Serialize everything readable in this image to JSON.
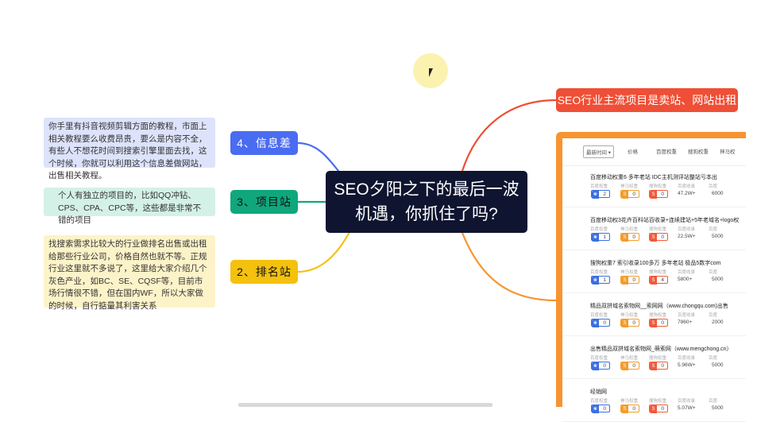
{
  "central_topic": "SEO夕阳之下的最后一波机遇，你抓住了吗?",
  "branches": {
    "info_gap": {
      "label": "4、信息差",
      "note": "你手里有抖音视频剪辑方面的教程，市面上相关教程要么收费昂贵，要么是内容不全，有些人不想花时间到搜索引擎里面去找，这个时候，你就可以利用这个信息差做网站，出售相关教程。",
      "color": "#4a6cf1"
    },
    "project_site": {
      "label": "3、项目站",
      "note": "个人有独立的项目的，比如QQ冲钻、CPS、CPA、CPC等，这些都是非常不错的项目",
      "color": "#10a77d"
    },
    "ranking_site": {
      "label": "2、排名站",
      "note": "找搜索需求比较大的行业做排名出售或出租给那些行业公司，价格自然也就不等。正规行业这里就不多说了，这里给大家介绍几个灰色产业，如BC、SE、CQSF等，目前市场行情很不错，但在国内WF，所以大家做的时候，自行掂量其利害关系",
      "color": "#f4c10e"
    },
    "seo_industry": {
      "label": "SEO行业主流项目是卖站、网站出租",
      "color": "#ef4f36"
    }
  },
  "screenshot": {
    "tabs": [
      "最新时间",
      "价格",
      "百度权重",
      "搜狗权重",
      "神马权"
    ],
    "col_labels": [
      "百度权重",
      "神马权重",
      "搜狗权重",
      "百度收录",
      "百度"
    ],
    "items": [
      {
        "title": "百度移动权重6 多年老站 IDC主机测评站整站亏本出",
        "baidu": "2",
        "shenma": "0",
        "sogou": "0",
        "indexed": "47.2W+",
        "price": "6000"
      },
      {
        "title": "百度移动权3花卉百科站百收录+连续建站+5年老域名+logo权",
        "baidu": "1",
        "shenma": "0",
        "sogou": "0",
        "indexed": "22.5W+",
        "price": "5000"
      },
      {
        "title": "搜狗权重7 索引收录100多万 多年老站 极品5数字com",
        "baidu": "1",
        "shenma": "0",
        "sogou": "4",
        "indexed": "5800+",
        "price": "5000"
      },
      {
        "title": "精品双拼域名索物网__索网网（www.chongqu.com)出售",
        "baidu": "0",
        "shenma": "0",
        "sogou": "0",
        "indexed": "7860+",
        "price": "2000"
      },
      {
        "title": "出售精品双拼域名索物网_萌索网（www.mengchong.cn）",
        "baidu": "0",
        "shenma": "0",
        "sogou": "0",
        "indexed": "5.96W+",
        "price": "5000"
      },
      {
        "title": "经销网",
        "baidu": "0",
        "shenma": "0",
        "sogou": "0",
        "indexed": "5.07W+",
        "price": "5000"
      }
    ]
  },
  "colors": {
    "central_bg": "#0f1530",
    "screenshot_frame": "#f7942f"
  }
}
